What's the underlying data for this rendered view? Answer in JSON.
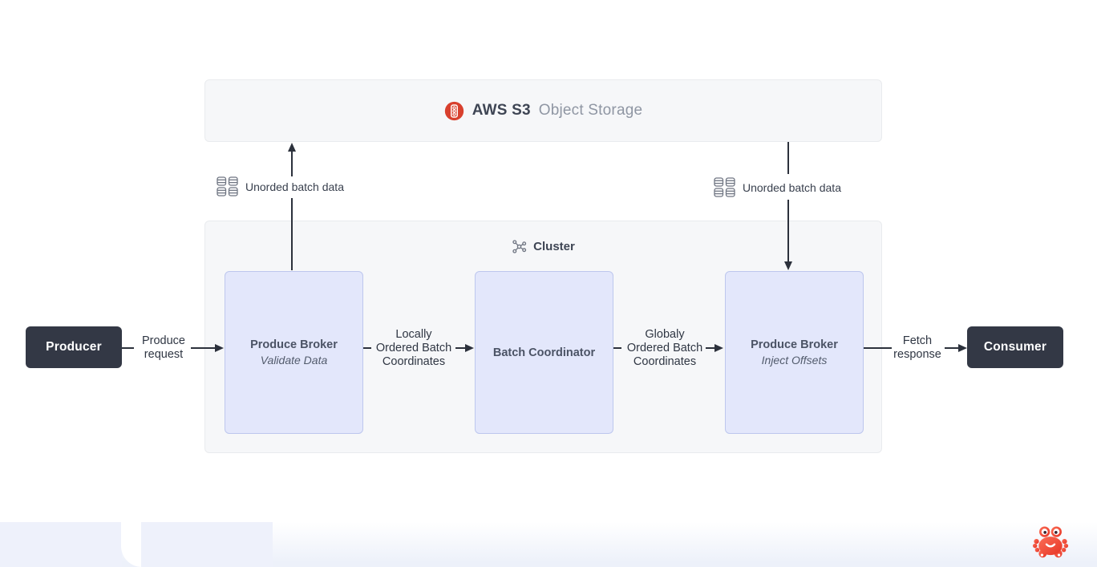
{
  "storage": {
    "name": "AWS S3",
    "subtitle": "Object Storage",
    "icon": "s3-bucket-icon"
  },
  "cluster": {
    "title": "Cluster",
    "icon": "cluster-graph-icon",
    "nodes": [
      {
        "title": "Produce Broker",
        "subtitle": "Validate Data"
      },
      {
        "title": "Batch Coordinator",
        "subtitle": ""
      },
      {
        "title": "Produce Broker",
        "subtitle": "Inject Offsets"
      }
    ]
  },
  "endpoints": {
    "producer": {
      "label": "Producer"
    },
    "consumer": {
      "label": "Consumer"
    }
  },
  "storage_links": [
    {
      "label": "Unorded batch data",
      "icon": "database-grid-icon",
      "direction": "up",
      "from": "produce-broker-validate",
      "to": "aws-s3"
    },
    {
      "label": "Unorded batch data",
      "icon": "database-grid-icon",
      "direction": "down",
      "from": "aws-s3",
      "to": "produce-broker-inject"
    }
  ],
  "edges": [
    {
      "from": "producer",
      "to": "produce-broker-validate",
      "lines": [
        "Produce",
        "request"
      ]
    },
    {
      "from": "produce-broker-validate",
      "to": "batch-coordinator",
      "lines": [
        "Locally",
        "Ordered Batch",
        "Coordinates"
      ]
    },
    {
      "from": "batch-coordinator",
      "to": "produce-broker-inject",
      "lines": [
        "Globaly",
        "Ordered Batch",
        "Coordinates"
      ]
    },
    {
      "from": "produce-broker-inject",
      "to": "consumer",
      "lines": [
        "Fetch",
        "response"
      ]
    }
  ],
  "footer": {
    "mascot": "crab-icon"
  },
  "colors": {
    "panel_bg": "#f6f7f9",
    "panel_border": "#e9ebee",
    "node_bg": "#e3e7fb",
    "node_border": "#bdc7ee",
    "endpoint_bg": "#333845",
    "arrow": "#2c313c",
    "s3_icon_red": "#d8402e",
    "crab_red": "#ed4334",
    "footer_lavender": "#eef1fb"
  }
}
